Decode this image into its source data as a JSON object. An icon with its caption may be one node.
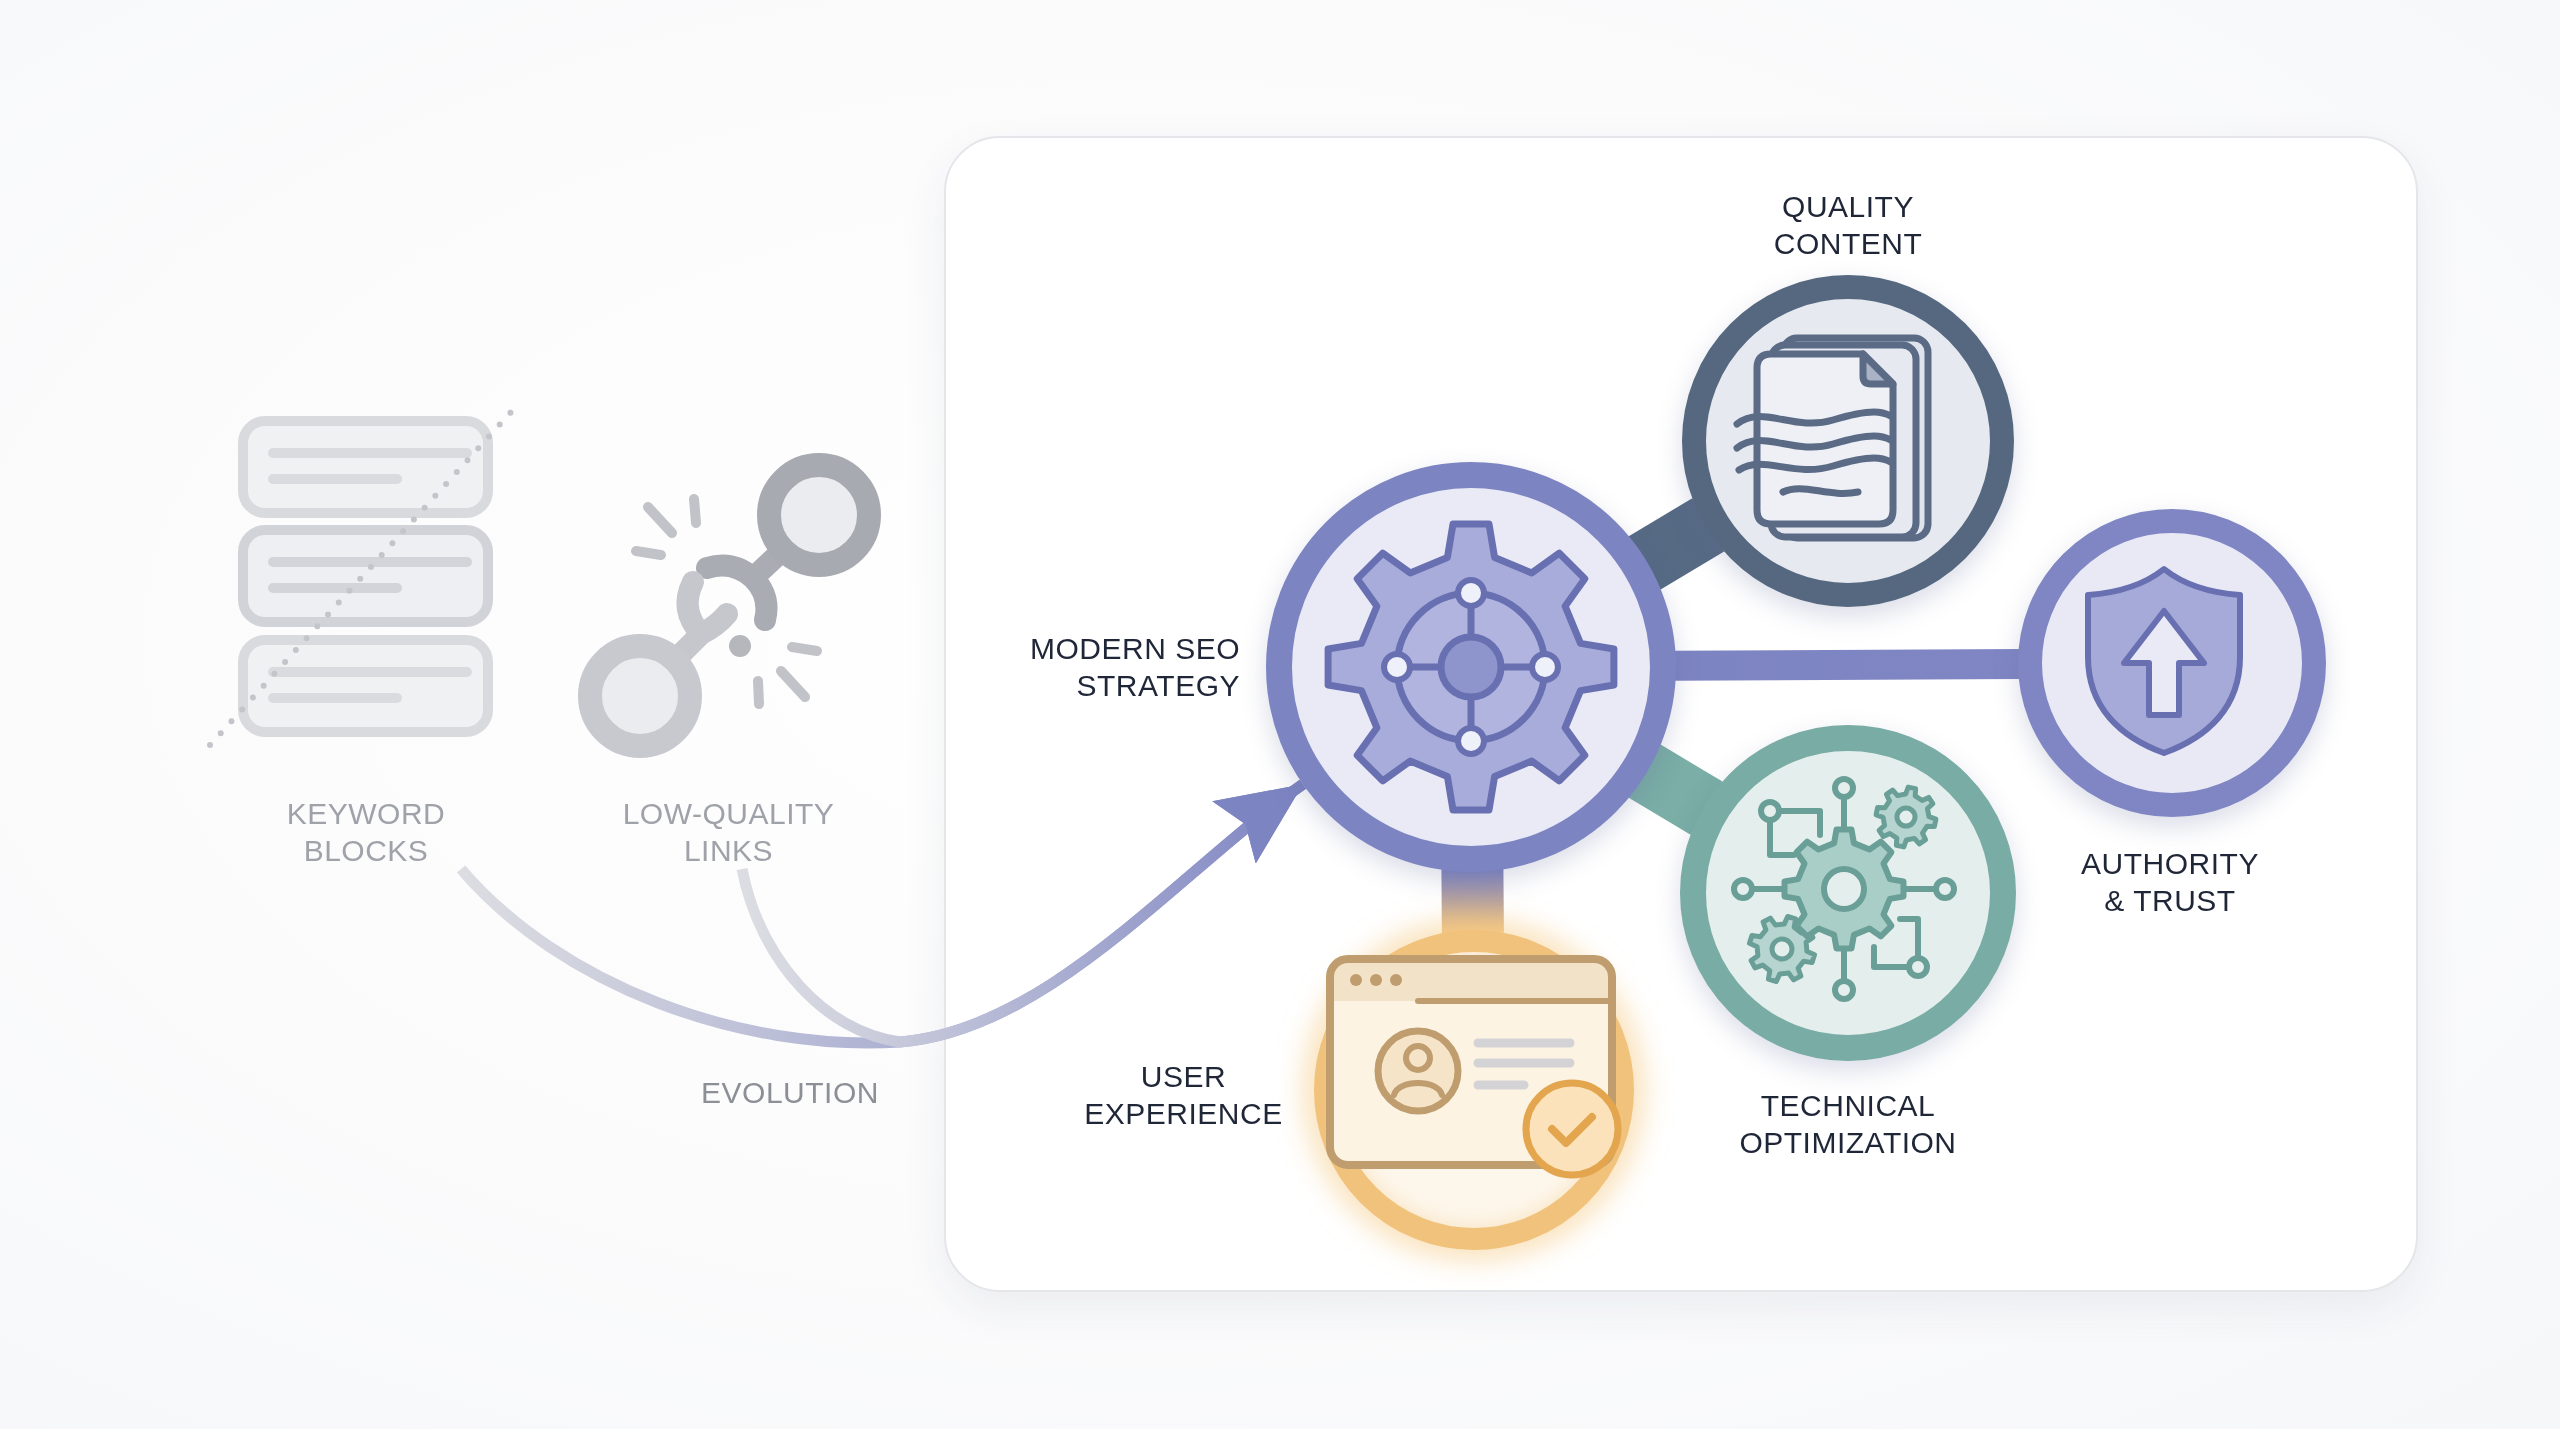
{
  "diagram": {
    "nodes": [
      {
        "text": [
          "KEYWORD BLOCKS"
        ]
      },
      {
        "text": [
          "LOW-QUALITY LINKS"
        ]
      },
      {
        "text": [],
        "shape": "box"
      },
      {
        "text": [
          "MODERN SEO STRATEGY"
        ],
        "in": 2
      },
      {
        "text": [
          "QUALITY CONTENT"
        ],
        "in": 2
      },
      {
        "text": [
          "AUTHORITY & TRUST"
        ],
        "in": 2
      },
      {
        "text": [
          "TECHNICAL OPTIMIZATION"
        ],
        "in": 2
      },
      {
        "text": [
          "USER EXPERIENCE"
        ],
        "in": 2
      }
    ],
    "edges": [
      {
        "from": 0,
        "to": 3,
        "arrow": "to",
        "label": "EVOLUTION"
      },
      {
        "from": 1,
        "to": 3,
        "arrow": "to"
      },
      {
        "from": 3,
        "to": 4,
        "arrow": "none",
        "style": "thick",
        "color": "#566a84"
      },
      {
        "from": 3,
        "to": 5,
        "arrow": "none",
        "style": "thick"
      },
      {
        "from": 3,
        "to": 6,
        "arrow": "none",
        "style": "thick",
        "color": "#7aaea6"
      },
      {
        "from": 3,
        "to": 7,
        "arrow": "none",
        "style": "thick"
      }
    ]
  }
}
